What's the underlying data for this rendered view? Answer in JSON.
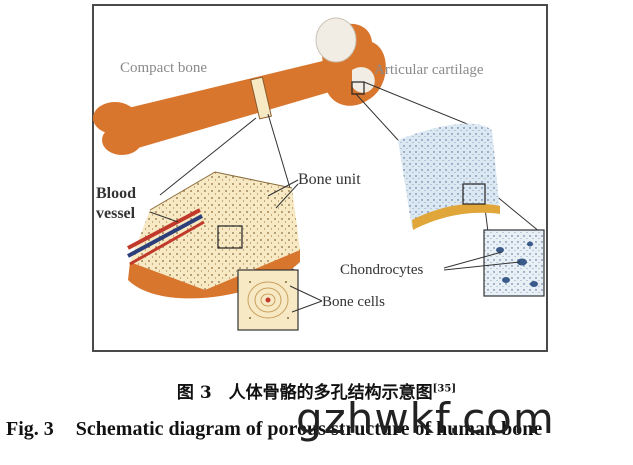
{
  "labels": {
    "compact_bone": "Compact bone",
    "articular_cartilage": "Articular cartilage",
    "blood_vessel_line1": "Blood",
    "blood_vessel_line2": "vessel",
    "bone_unit": "Bone unit",
    "chondrocytes": "Chondrocytes",
    "bone_cells": "Bone cells"
  },
  "caption": {
    "cn_text": "图 3　人体骨骼的多孔结构示意图",
    "cn_ref": "[35]",
    "en_fig": "Fig. 3",
    "en_text": "Schematic diagram of porous structure of human bone"
  },
  "watermark": "gzhwkf.com",
  "colors": {
    "bone_orange": "#d9762e",
    "cartilage_blue": "#dbe8f2",
    "bone_cream": "#f7e9c4",
    "vessel_red": "#c0392b",
    "vessel_blue": "#2c3e7a"
  }
}
